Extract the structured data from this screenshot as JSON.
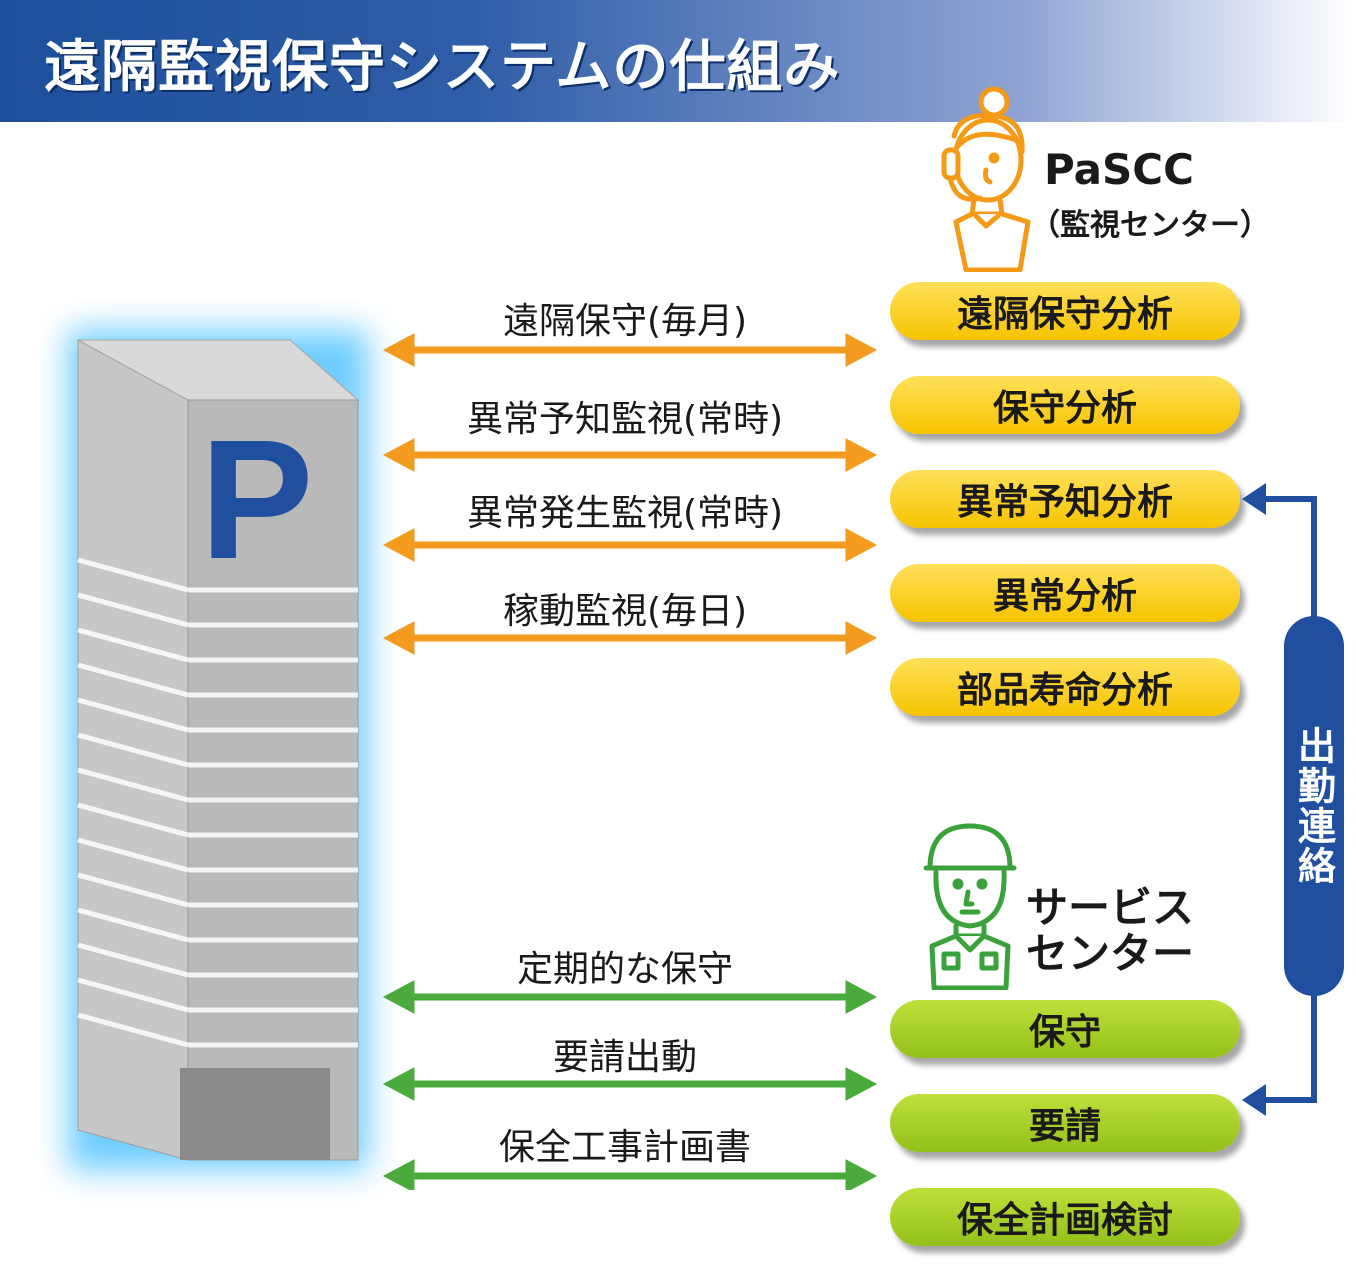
{
  "title": "遠隔監視保守システムの仕組み",
  "building": {
    "letter": "P"
  },
  "monitoring_center": {
    "name": "PaSCC",
    "subtitle": "（監視センター）",
    "flows": [
      {
        "label": "遠隔保守(毎月)"
      },
      {
        "label": "異常予知監視(常時)"
      },
      {
        "label": "異常発生監視(常時)"
      },
      {
        "label": "稼動監視(毎日)"
      }
    ],
    "analyses": [
      "遠隔保守分析",
      "保守分析",
      "異常予知分析",
      "異常分析",
      "部品寿命分析"
    ]
  },
  "service_center": {
    "name_line1": "サービス",
    "name_line2": "センター",
    "flows": [
      {
        "label": "定期的な保守"
      },
      {
        "label": "要請出動"
      },
      {
        "label": "保全工事計画書"
      }
    ],
    "actions": [
      "保守",
      "要請",
      "保全計画検討"
    ]
  },
  "dispatch_link": {
    "label": "出勤連絡"
  },
  "colors": {
    "header_blue": "#1d4f9c",
    "monitor_arrow": "#f39b1f",
    "service_arrow": "#4aaa3c",
    "pill_yellow": "#f6c400",
    "pill_green": "#93c01a",
    "link_blue": "#1f4f9e",
    "operator_orange": "#f49a16",
    "worker_green": "#3aa23a"
  },
  "icons": {
    "operator": "headset-operator-icon",
    "worker": "helmet-worker-icon",
    "building": "building-icon"
  }
}
